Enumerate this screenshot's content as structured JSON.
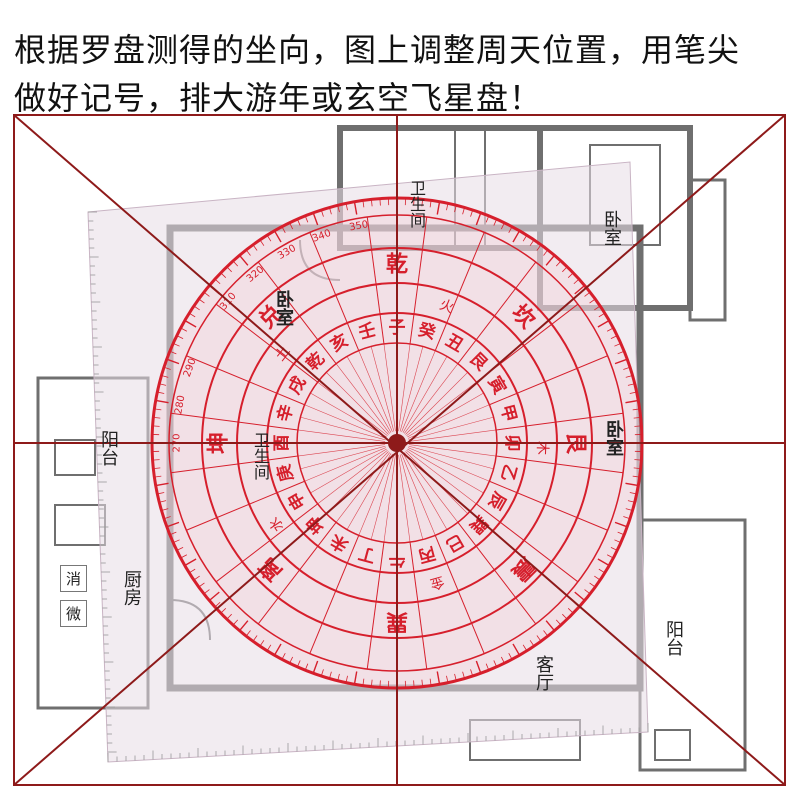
{
  "caption": {
    "line1": "根据罗盘测得的坐向，图上调整周天位置，用笔尖",
    "line2": "做好记号，排大游年或玄空飞星盘！"
  },
  "rooms": {
    "bedroom_right": "卧室",
    "bedroom_top": "卧室",
    "bedroom_east": "卧室",
    "kitchen": "厨房",
    "balcony_left": "阳台",
    "balcony_right": "阳台",
    "living_room": "客厅",
    "bathroom_top": "卫生间",
    "bathroom_left": "卫生间",
    "appliance_1": "微",
    "appliance_2": "消"
  },
  "compass": {
    "inner_ring": [
      "子",
      "癸",
      "丑",
      "艮",
      "寅",
      "甲",
      "卯",
      "乙",
      "辰",
      "巽",
      "巳",
      "丙",
      "午",
      "丁",
      "未",
      "坤",
      "申",
      "庚",
      "酉",
      "辛",
      "戌",
      "乾",
      "亥",
      "壬"
    ],
    "degree_labels": [
      "270",
      "280",
      "290",
      "310",
      "320",
      "330",
      "340",
      "350"
    ],
    "trigrams": [
      "乾",
      "坎",
      "艮",
      "震",
      "巽",
      "离",
      "坤",
      "兑"
    ],
    "marks": [
      "火",
      "木",
      "金",
      "水",
      "土"
    ]
  },
  "colors": {
    "compass_red": "#d61f2c",
    "wall": "#6f6f6f",
    "overlay": "#e8dde6",
    "cross_line": "#8e1a1a"
  }
}
